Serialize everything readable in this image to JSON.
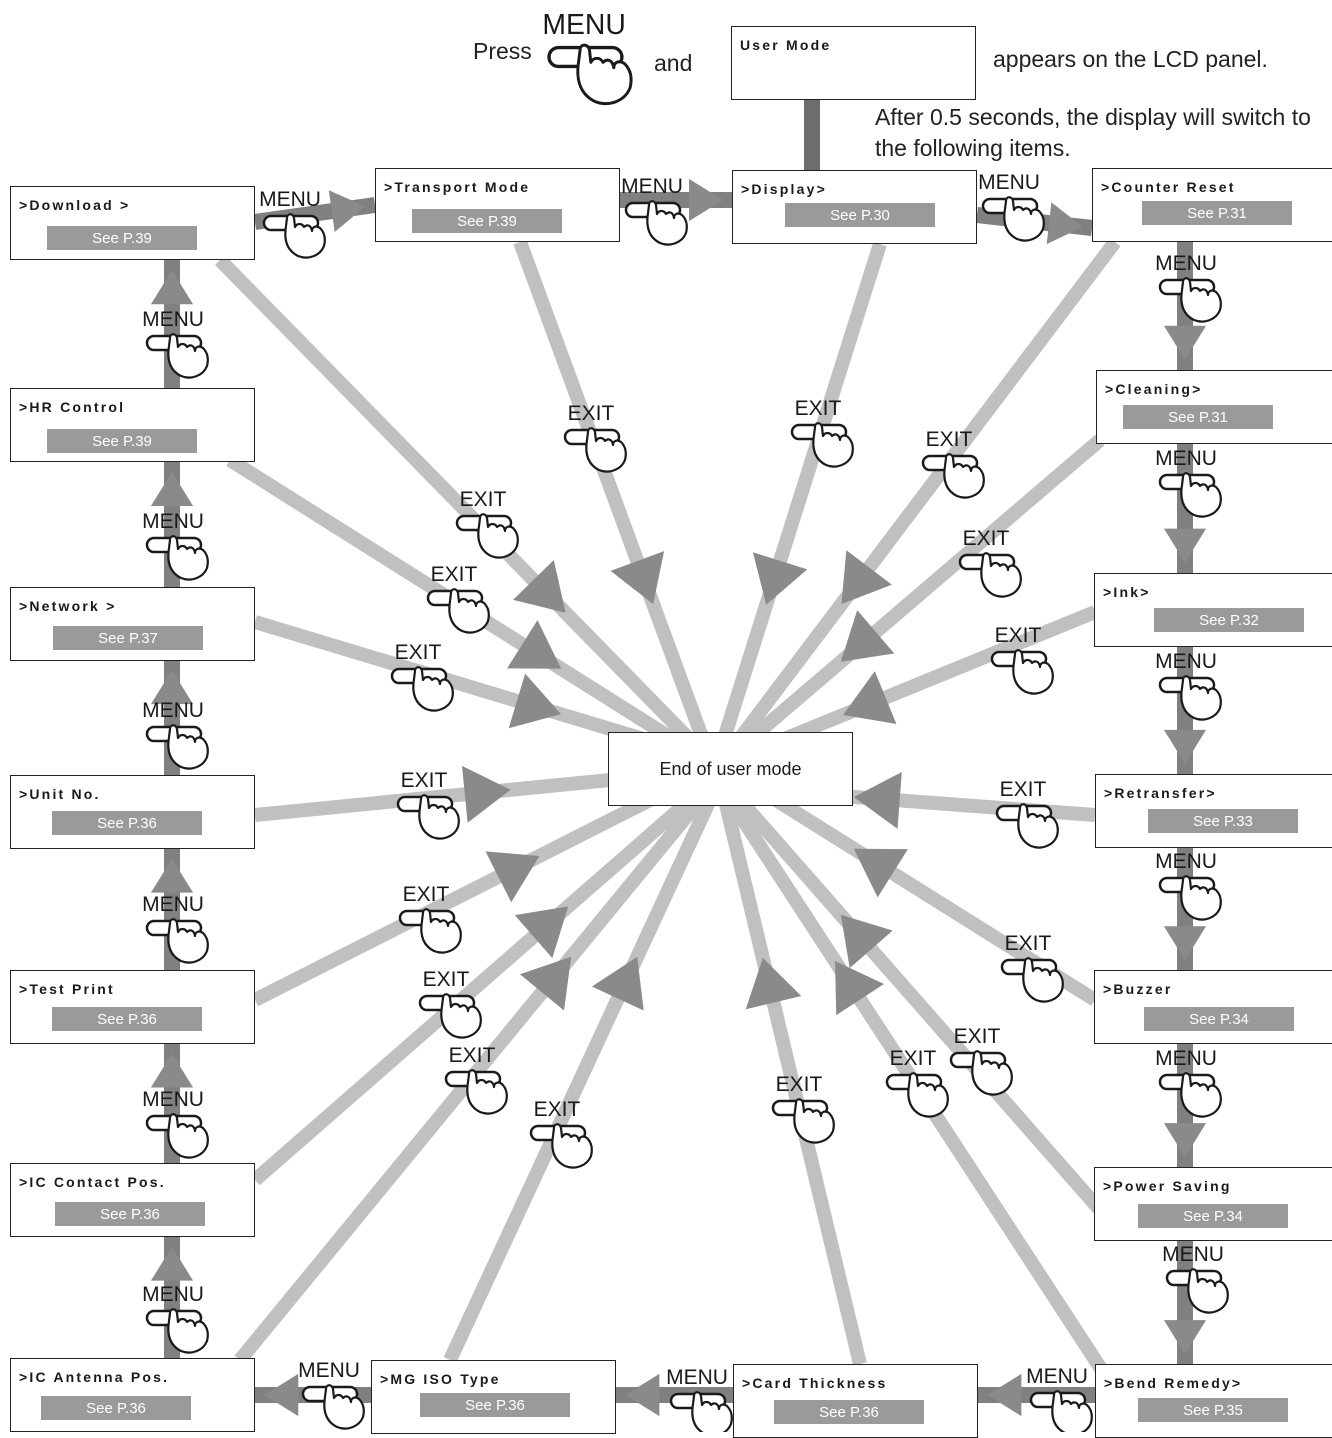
{
  "header": {
    "press": "Press",
    "menu": "MENU",
    "and": "and",
    "lcd_text": "User Mode",
    "appears": "appears on the LCD panel.",
    "after_line1": "After 0.5 seconds, the display will switch to",
    "after_line2": "the following items."
  },
  "center_label": "End of user mode",
  "button_labels": {
    "menu": "MENU",
    "exit": "EXIT"
  },
  "items": [
    {
      "id": "download",
      "title": ">Download >",
      "see": "See P.39"
    },
    {
      "id": "transport-mode",
      "title": ">Transport Mode",
      "see": "See P.39"
    },
    {
      "id": "display",
      "title": ">Display>",
      "see": "See P.30"
    },
    {
      "id": "counter-reset",
      "title": ">Counter Reset",
      "see": "See P.31"
    },
    {
      "id": "cleaning",
      "title": ">Cleaning>",
      "see": "See P.31"
    },
    {
      "id": "ink",
      "title": ">Ink>",
      "see": "See P.32"
    },
    {
      "id": "retransfer",
      "title": ">Retransfer>",
      "see": "See P.33"
    },
    {
      "id": "buzzer",
      "title": ">Buzzer",
      "see": "See P.34"
    },
    {
      "id": "power-saving",
      "title": ">Power Saving",
      "see": "See P.34"
    },
    {
      "id": "bend-remedy",
      "title": ">Bend Remedy>",
      "see": "See P.35"
    },
    {
      "id": "card-thickness",
      "title": ">Card Thickness",
      "see": "See P.36"
    },
    {
      "id": "mg-iso-type",
      "title": ">MG ISO Type",
      "see": "See P.36"
    },
    {
      "id": "ic-antenna-pos",
      "title": ">IC Antenna Pos.",
      "see": "See P.36"
    },
    {
      "id": "ic-contact-pos",
      "title": ">IC Contact Pos.",
      "see": "See P.36"
    },
    {
      "id": "test-print",
      "title": ">Test Print",
      "see": "See P.36"
    },
    {
      "id": "unit-no",
      "title": ">Unit No.",
      "see": "See P.36"
    },
    {
      "id": "network",
      "title": ">Network >",
      "see": "See P.37"
    },
    {
      "id": "hr-control",
      "title": ">HR Control",
      "see": "See P.39"
    }
  ],
  "colors": {
    "spoke": "#c0c0c0",
    "arrow": "#8a8a8a",
    "chain": "#808080",
    "see_box": "#9a9a9a",
    "border": "#222222"
  }
}
